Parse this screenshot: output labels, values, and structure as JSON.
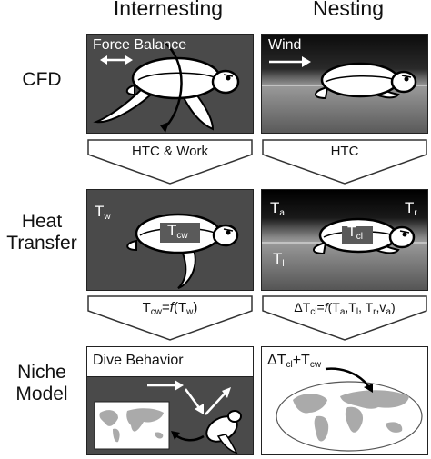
{
  "columns": {
    "internesting": "Internesting",
    "nesting": "Nesting"
  },
  "rows": {
    "cfd": "CFD",
    "heat_transfer_line1": "Heat",
    "heat_transfer_line2": "Transfer",
    "niche_line1": "Niche",
    "niche_line2": "Model"
  },
  "panels": {
    "cfd_inter_label": "Force Balance",
    "cfd_nest_label": "Wind",
    "ht_inter": {
      "tw_main": "T",
      "tw_sub": "w",
      "tcw_main": "T",
      "tcw_sub": "cw"
    },
    "ht_nest": {
      "ta_main": "T",
      "ta_sub": "a",
      "tr_main": "T",
      "tr_sub": "r",
      "tl_main": "T",
      "tl_sub": "l",
      "tcl_main": "T",
      "tcl_sub": "cl"
    },
    "niche_inter_label": "Dive Behavior",
    "niche_nest": {
      "main1": "ΔT",
      "sub1": "cl",
      "plus": "+T",
      "sub2": "cw"
    }
  },
  "arrows": {
    "inter_1": "HTC & Work",
    "nest_1": "HTC",
    "inter_2": {
      "t": "T",
      "sub_cw": "cw",
      "eq": "=",
      "f": "f",
      "open": "(T",
      "sub_w": "w",
      "close": ")"
    },
    "nest_2": {
      "d": "ΔT",
      "sub_cl": "cl",
      "eq": "=",
      "f": "f",
      "open": "(T",
      "sub_a": "a",
      "c1": ",T",
      "sub_l": "l",
      "c2": ", T",
      "sub_r": "r",
      "c3": ",v",
      "sub_a2": "a",
      "close": ")"
    }
  },
  "colors": {
    "panel_dark": "#4a4a4a",
    "panel_black": "#000000",
    "sand": "#8c8c8c",
    "land": "#aaaaaa",
    "white": "#ffffff"
  }
}
